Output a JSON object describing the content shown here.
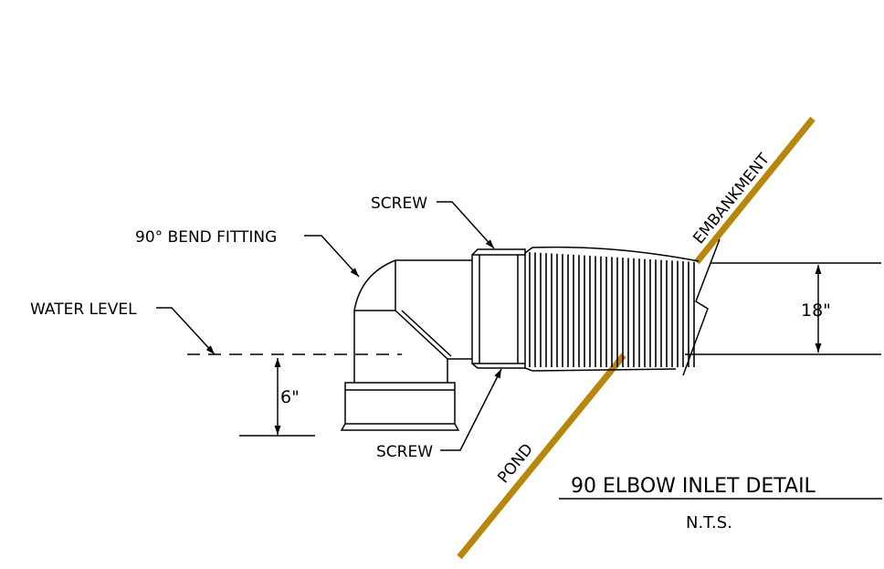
{
  "title": "90 ELBOW INLET DETAIL",
  "scale_note": "N.T.S.",
  "labels": {
    "screw_top": "SCREW",
    "screw_bottom": "SCREW",
    "bend_fitting": "90° BEND FITTING",
    "water_level": "WATER LEVEL",
    "embankment": "EMBANKMENT",
    "pond": "POND"
  },
  "dimensions": {
    "pipe_diameter": "18\"",
    "submergence": "6\""
  },
  "colors": {
    "line": "#000000",
    "ground": "#b8860b",
    "background": "#ffffff"
  }
}
